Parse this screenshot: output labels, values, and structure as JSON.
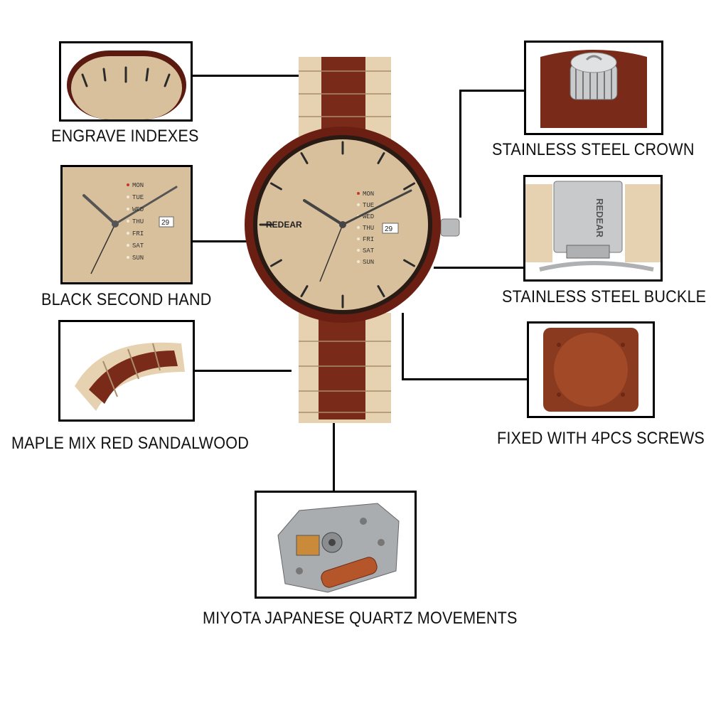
{
  "labels": {
    "engrave_indexes": "ENGRAVE INDEXES",
    "black_second_hand": "BLACK SECOND HAND",
    "maple_mix": "MAPLE MIX RED SANDALWOOD",
    "stainless_crown": "STAINLESS STEEL CROWN",
    "stainless_buckle": "STAINLESS STEEL BUCKLE",
    "fixed_screws": "FIXED WITH 4PCS SCREWS",
    "movement": "MIYOTA JAPANESE QUARTZ MOVEMENTS"
  },
  "watch": {
    "brand": "REDEAR",
    "date": "29",
    "days": [
      "MON",
      "TUE",
      "WED",
      "THU",
      "FRI",
      "SAT",
      "SUN"
    ]
  },
  "buckle_brand": "REDEAR",
  "colors": {
    "sandalwood": "#7a2a18",
    "maple": "#e6d2b0",
    "dial": "#d9c09c",
    "steel": "#b8babc"
  }
}
